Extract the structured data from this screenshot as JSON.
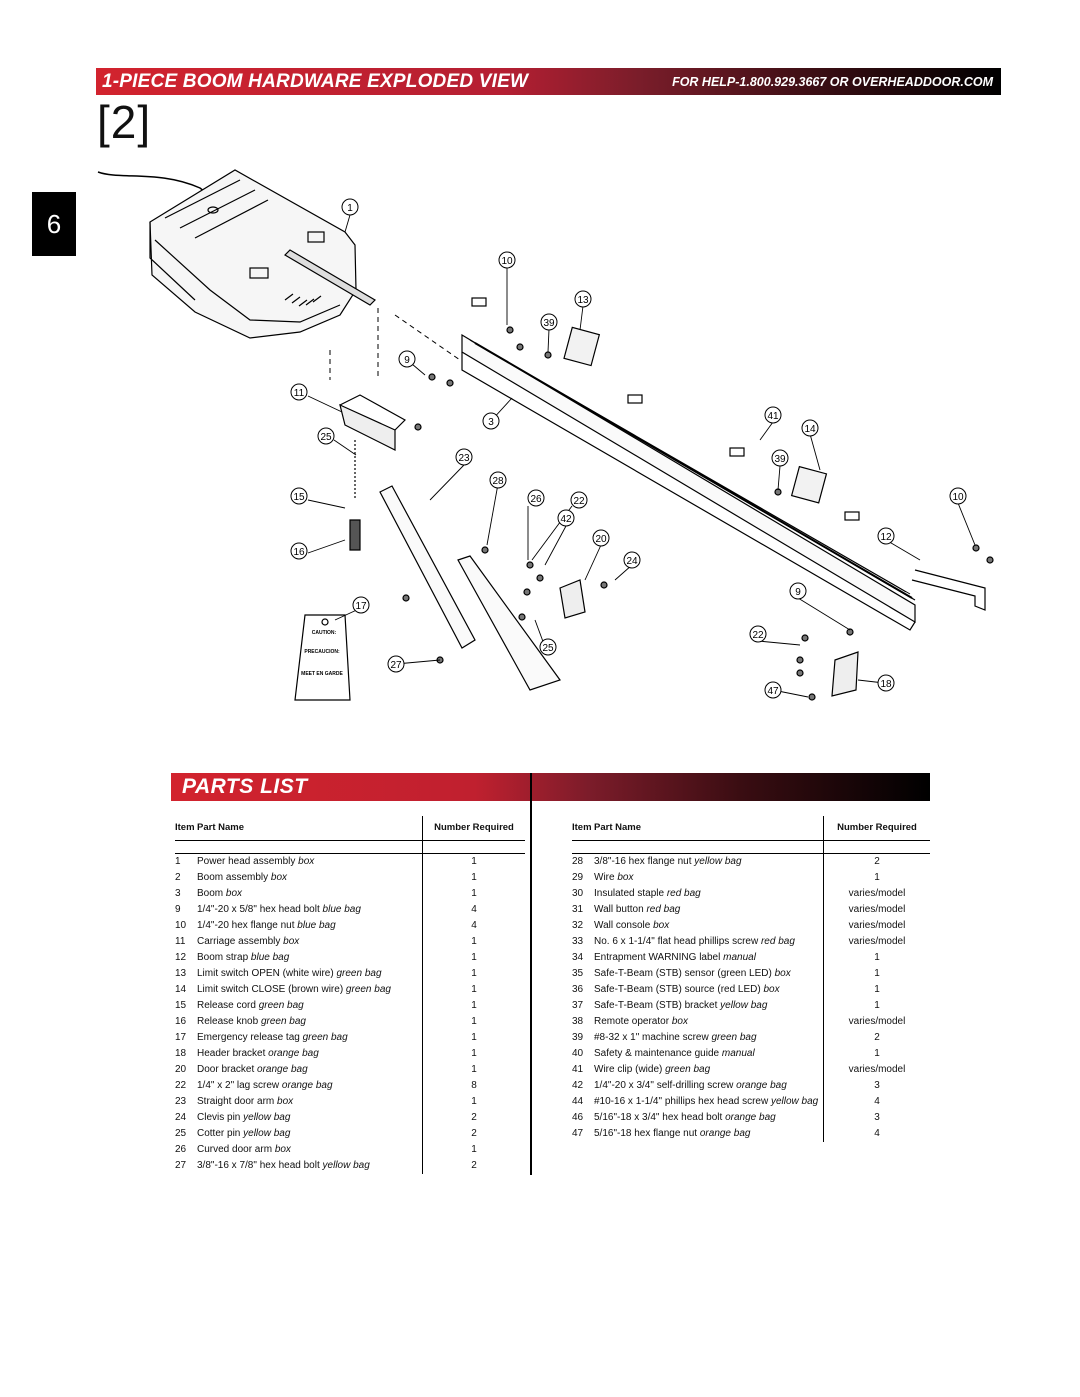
{
  "header": {
    "title": "1-PIECE BOOM HARDWARE EXPLODED VIEW",
    "help": "FOR HELP-1.800.929.3667 OR OVERHEADDOOR.COM"
  },
  "page_ref": "[2]",
  "section_tab": "6",
  "diagram": {
    "callouts": [
      "1",
      "10",
      "13",
      "39",
      "9",
      "11",
      "3",
      "41",
      "14",
      "25",
      "23",
      "28",
      "39",
      "15",
      "26",
      "22",
      "42",
      "10",
      "20",
      "12",
      "16",
      "24",
      "9",
      "17",
      "22",
      "25",
      "27",
      "18",
      "47"
    ],
    "tag_text": [
      "CAUTION:",
      "PRECAUCION:",
      "MEET EN GARDE"
    ]
  },
  "parts_list": {
    "title": "PARTS LIST",
    "headers": {
      "item": "Item",
      "part_name": "Part Name",
      "number_required": "Number Required"
    },
    "left": [
      {
        "item": "1",
        "name": "Power head assembly",
        "note": "box",
        "qty": "1"
      },
      {
        "item": "2",
        "name": "Boom assembly",
        "note": "box",
        "qty": "1"
      },
      {
        "item": "3",
        "name": "Boom",
        "note": "box",
        "qty": "1"
      },
      {
        "item": "9",
        "name": "1/4\"-20 x 5/8\" hex head bolt",
        "note": "blue bag",
        "qty": "4"
      },
      {
        "item": "10",
        "name": "1/4\"-20 hex flange nut",
        "note": "blue bag",
        "qty": "4"
      },
      {
        "item": "11",
        "name": "Carriage assembly",
        "note": "box",
        "qty": "1"
      },
      {
        "item": "12",
        "name": "Boom strap",
        "note": "blue bag",
        "qty": "1"
      },
      {
        "item": "13",
        "name": "Limit switch OPEN (white wire)",
        "note": "green bag",
        "qty": "1"
      },
      {
        "item": "14",
        "name": "Limit switch CLOSE (brown wire)",
        "note": "green bag",
        "qty": "1"
      },
      {
        "item": "15",
        "name": "Release cord",
        "note": "green bag",
        "qty": "1"
      },
      {
        "item": "16",
        "name": "Release knob",
        "note": "green bag",
        "qty": "1"
      },
      {
        "item": "17",
        "name": "Emergency release tag",
        "note": "green bag",
        "qty": "1"
      },
      {
        "item": "18",
        "name": "Header bracket",
        "note": "orange bag",
        "qty": "1"
      },
      {
        "item": "20",
        "name": "Door bracket",
        "note": "orange bag",
        "qty": "1"
      },
      {
        "item": "22",
        "name": "1/4\" x 2\" lag screw",
        "note": "orange bag",
        "qty": "8"
      },
      {
        "item": "23",
        "name": "Straight door arm",
        "note": "box",
        "qty": "1"
      },
      {
        "item": "24",
        "name": "Clevis pin",
        "note": "yellow bag",
        "qty": "2"
      },
      {
        "item": "25",
        "name": "Cotter pin",
        "note": "yellow bag",
        "qty": "2"
      },
      {
        "item": "26",
        "name": "Curved door arm",
        "note": "box",
        "qty": "1"
      },
      {
        "item": "27",
        "name": "3/8\"-16 x 7/8\" hex head bolt",
        "note": "yellow bag",
        "qty": "2"
      }
    ],
    "right": [
      {
        "item": "28",
        "name": "3/8\"-16 hex flange nut",
        "note": "yellow bag",
        "qty": "2"
      },
      {
        "item": "29",
        "name": "Wire",
        "note": "box",
        "qty": "1"
      },
      {
        "item": "30",
        "name": "Insulated staple",
        "note": "red bag",
        "qty": "varies/model"
      },
      {
        "item": "31",
        "name": "Wall button",
        "note": "red bag",
        "qty": "varies/model"
      },
      {
        "item": "32",
        "name": "Wall console",
        "note": "box",
        "qty": "varies/model"
      },
      {
        "item": "33",
        "name": "No. 6 x 1-1/4\" flat head phillips screw",
        "note": "red bag",
        "qty": "varies/model"
      },
      {
        "item": "34",
        "name": "Entrapment WARNING label",
        "note": "manual",
        "qty": "1"
      },
      {
        "item": "35",
        "name": "Safe-T-Beam (STB) sensor (green LED)",
        "note": "box",
        "qty": "1"
      },
      {
        "item": "36",
        "name": "Safe-T-Beam (STB) source (red LED)",
        "note": "box",
        "qty": "1"
      },
      {
        "item": "37",
        "name": "Safe-T-Beam (STB) bracket",
        "note": "yellow bag",
        "qty": "1"
      },
      {
        "item": "38",
        "name": "Remote operator",
        "note": "box",
        "qty": "varies/model"
      },
      {
        "item": "39",
        "name": "#8-32 x 1\" machine screw",
        "note": "green bag",
        "qty": "2"
      },
      {
        "item": "40",
        "name": "Safety & maintenance guide",
        "note": "manual",
        "qty": "1"
      },
      {
        "item": "41",
        "name": "Wire clip (wide)",
        "note": "green bag",
        "qty": "varies/model"
      },
      {
        "item": "42",
        "name": "1/4\"-20 x 3/4\" self-drilling screw",
        "note": "orange bag",
        "qty": "3"
      },
      {
        "item": "44",
        "name": "#10-16 x 1-1/4\" phillips hex head screw",
        "note": "yellow bag",
        "qty": "4"
      },
      {
        "item": "46",
        "name": "5/16\"-18 x 3/4\" hex head bolt",
        "note": "orange bag",
        "qty": "3"
      },
      {
        "item": "47",
        "name": "5/16\"-18 hex flange nut",
        "note": "orange bag",
        "qty": "4"
      }
    ]
  }
}
